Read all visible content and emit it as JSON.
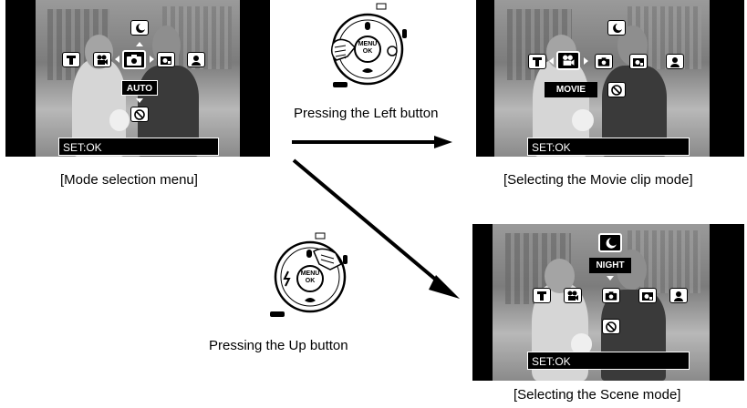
{
  "screen_set_label": "SET:OK",
  "screens": {
    "mode_menu": {
      "mode_label": "AUTO",
      "caption": "[Mode selection menu]"
    },
    "movie": {
      "mode_label": "MOVIE",
      "caption": "[Selecting the Movie clip mode]"
    },
    "scene": {
      "mode_label": "NIGHT",
      "caption": "[Selecting the Scene mode]"
    }
  },
  "dials": {
    "left": {
      "caption": "Pressing the Left button",
      "center_label_line1": "MENU",
      "center_label_line2": "OK"
    },
    "up": {
      "caption": "Pressing the Up button",
      "center_label_line1": "MENU",
      "center_label_line2": "OK"
    }
  },
  "icon_names": [
    "text-mode-icon",
    "movie-mode-icon",
    "camera-auto-icon",
    "program-mode-icon",
    "portrait-mode-icon",
    "night-scene-icon",
    "macro-mode-icon"
  ]
}
